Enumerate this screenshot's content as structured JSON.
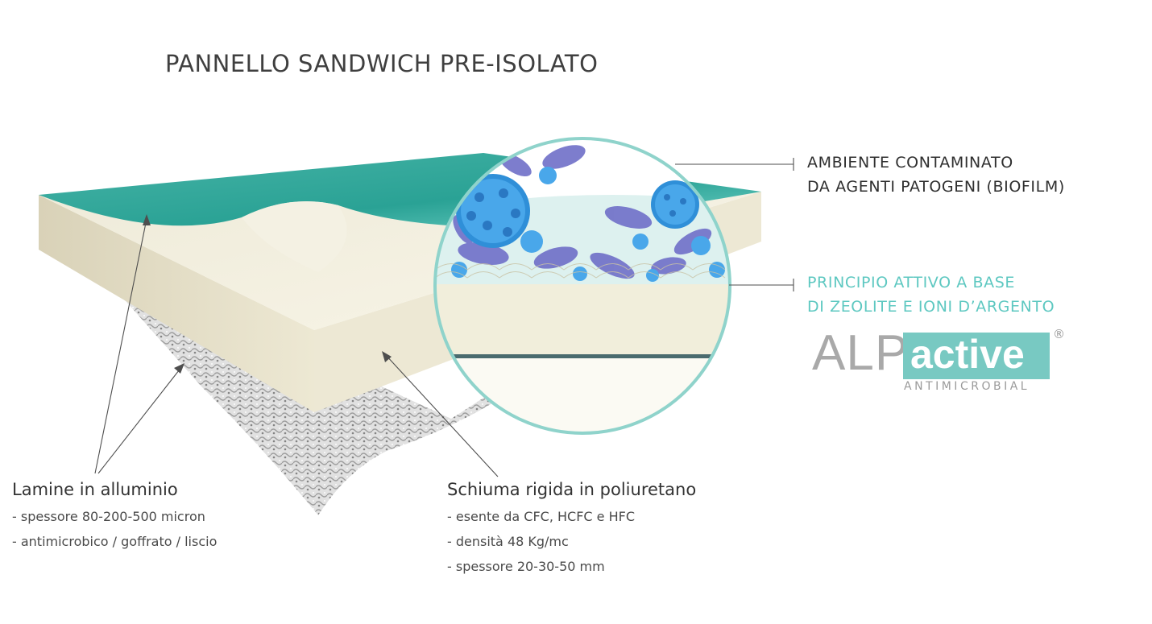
{
  "title": "PANNELLO SANDWICH PRE-ISOLATO",
  "callouts": {
    "contaminated": [
      "AMBIENTE CONTAMINATO",
      "DA AGENTI PATOGENI (BIOFILM)"
    ],
    "active": [
      "PRINCIPIO ATTIVO A BASE",
      "DI ZEOLITE E IONI D’ARGENTO"
    ]
  },
  "logo": {
    "alp": "ALP",
    "active": "active",
    "registered": "®",
    "tagline": "ANTIMICROBIAL"
  },
  "lamine": {
    "heading": "Lamine in alluminio",
    "lines": [
      "- spessore 80-200-500 micron",
      "- antimicrobico / goffrato / liscio"
    ]
  },
  "schiuma": {
    "heading": "Schiuma rigida in poliuretano",
    "lines": [
      "- esente da CFC, HCFC e HFC",
      "- densità 48 Kg/mc",
      "- spessore 20-30-50 mm"
    ]
  },
  "colors": {
    "teal": "#5ec8c1",
    "foam": "#ece6cf",
    "logo_box": "#78c9c2"
  }
}
